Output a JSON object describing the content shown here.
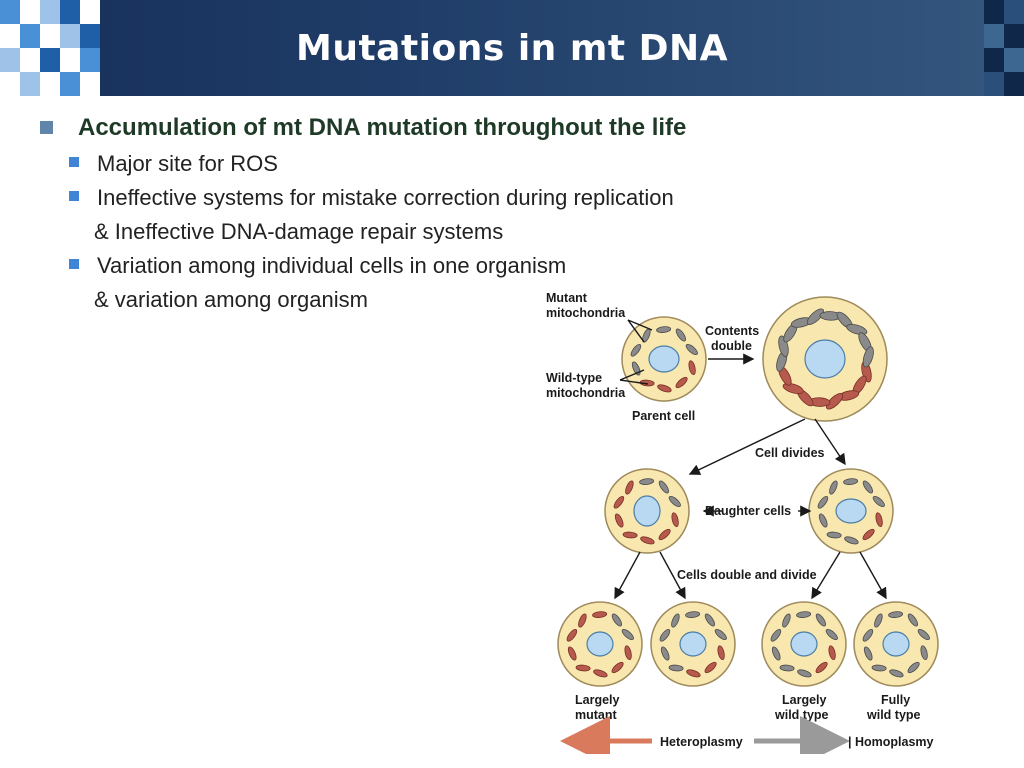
{
  "slide": {
    "title": "Mutations in mt DNA"
  },
  "content": {
    "heading": "Accumulation of mt DNA mutation throughout the life",
    "item1": "Major site for ROS",
    "item2": "Ineffective systems for mistake correction during replication",
    "item2_cont": "& Ineffective DNA-damage repair systems",
    "item3": "Variation among individual cells in one organism",
    "item3_cont": "& variation among organism"
  },
  "figure": {
    "mutant_label_1": "Mutant",
    "mutant_label_2": "mitochondria",
    "wild_label_1": "Wild-type",
    "wild_label_2": "mitochondria",
    "parent_label": "Parent cell",
    "contents_label_1": "Contents",
    "contents_label_2": "double",
    "cell_divides": "Cell divides",
    "daughter_cells": "Daughter cells",
    "double_divide": "Cells double and divide",
    "largely_mutant_1": "Largely",
    "largely_mutant_2": "mutant",
    "largely_wild_1": "Largely",
    "largely_wild_2": "wild type",
    "fully_wild_1": "Fully",
    "fully_wild_2": "wild type",
    "heteroplasmy": "Heteroplasmy",
    "homoplasmy": "| Homoplasmy"
  },
  "colors": {
    "header_dark": "#17305a",
    "bullet_square": "#5f86a8",
    "sub_bullet": "#3f84d6",
    "cell_fill": "#f8e8b0",
    "nucleus_fill": "#b9d8f2",
    "mutant_mito": "#b55a4c",
    "wild_mito": "#8a8a8a",
    "hetero_arrow": "#d97a5c"
  }
}
